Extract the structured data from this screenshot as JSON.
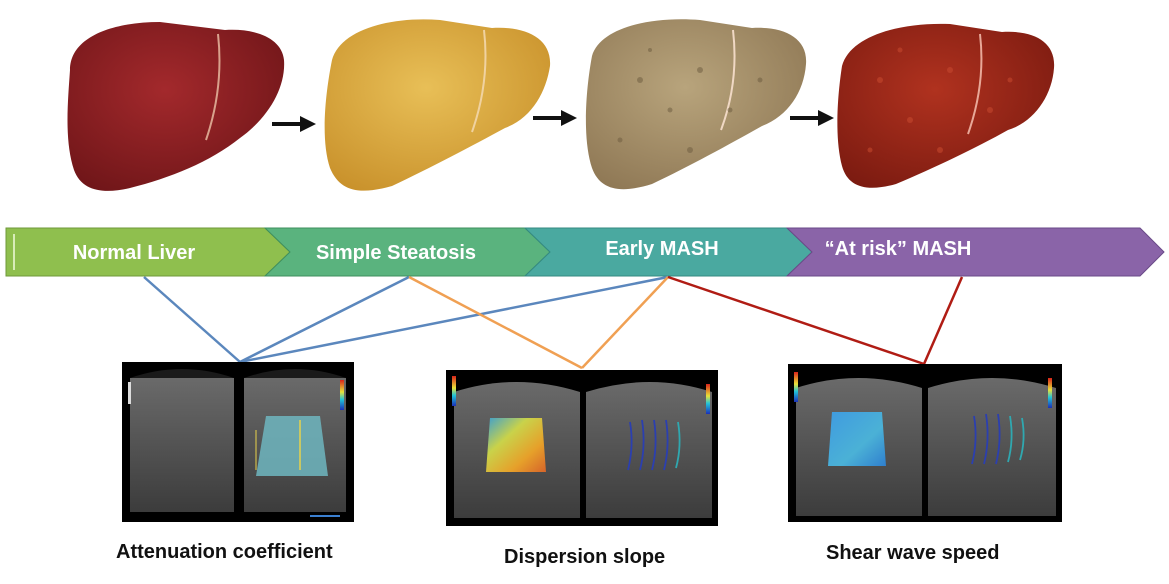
{
  "stages": [
    {
      "id": "normal",
      "label": "Normal Liver",
      "color": "#8fbf4e"
    },
    {
      "id": "steatosis",
      "label": "Simple Steatosis",
      "color": "#5ab37e"
    },
    {
      "id": "early",
      "label": "Early MASH",
      "color": "#4aa9a0"
    },
    {
      "id": "atrisk",
      "label": "“At risk” MASH",
      "color": "#8a64a8"
    }
  ],
  "livers": [
    {
      "name": "normal-liver",
      "color": "#8b1e22"
    },
    {
      "name": "steatosis-liver",
      "color": "#d9a83a"
    },
    {
      "name": "early-mash-liver",
      "color": "#a8916a"
    },
    {
      "name": "at-risk-mash-liver",
      "color": "#9a2518"
    }
  ],
  "measures": [
    {
      "label": "Attenuation coefficient"
    },
    {
      "label": "Dispersion slope"
    },
    {
      "label": "Shear wave speed"
    }
  ],
  "link_colors": {
    "attenuation": "#5b87bd",
    "dispersion": "#f0a053",
    "shear": "#b01c14"
  }
}
